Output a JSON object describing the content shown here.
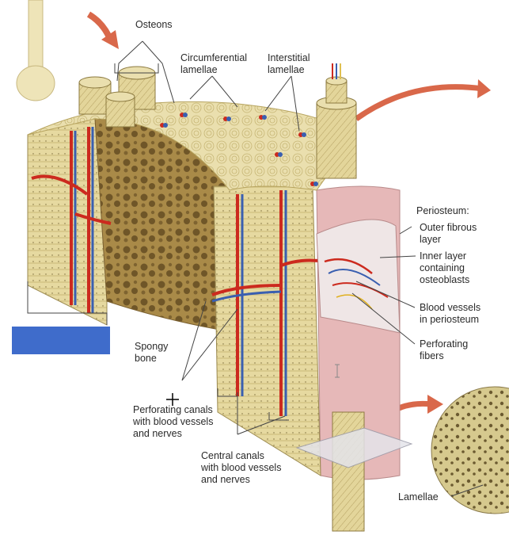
{
  "labels": {
    "osteons": "Osteons",
    "circumferential": "Circumferential\nlamellae",
    "interstitial": "Interstitial\nlamellae",
    "periosteum_title": "Periosteum:",
    "outer_fibrous": "Outer fibrous\nlayer",
    "inner_layer": "Inner layer\ncontaining\nosteoblasts",
    "blood_vessels_periosteum": "Blood vessels\nin periosteum",
    "perforating_fibers": "Perforating\nfibers",
    "spongy_bone": "Spongy\nbone",
    "perforating_canals": "Perforating canals\nwith blood vessels\nand nerves",
    "central_canals": "Central canals\nwith blood vessels\nand nerves",
    "lamellae": "Lamellae"
  },
  "colors": {
    "bone": "#e6d9a0",
    "bone_dark": "#c9b872",
    "spongy": "#b89a55",
    "artery": "#cc2a1e",
    "vein": "#3a5fb0",
    "periosteum": "#e8b8b8",
    "arrow": "#d9684a",
    "redaction": "#3f6ccb"
  }
}
